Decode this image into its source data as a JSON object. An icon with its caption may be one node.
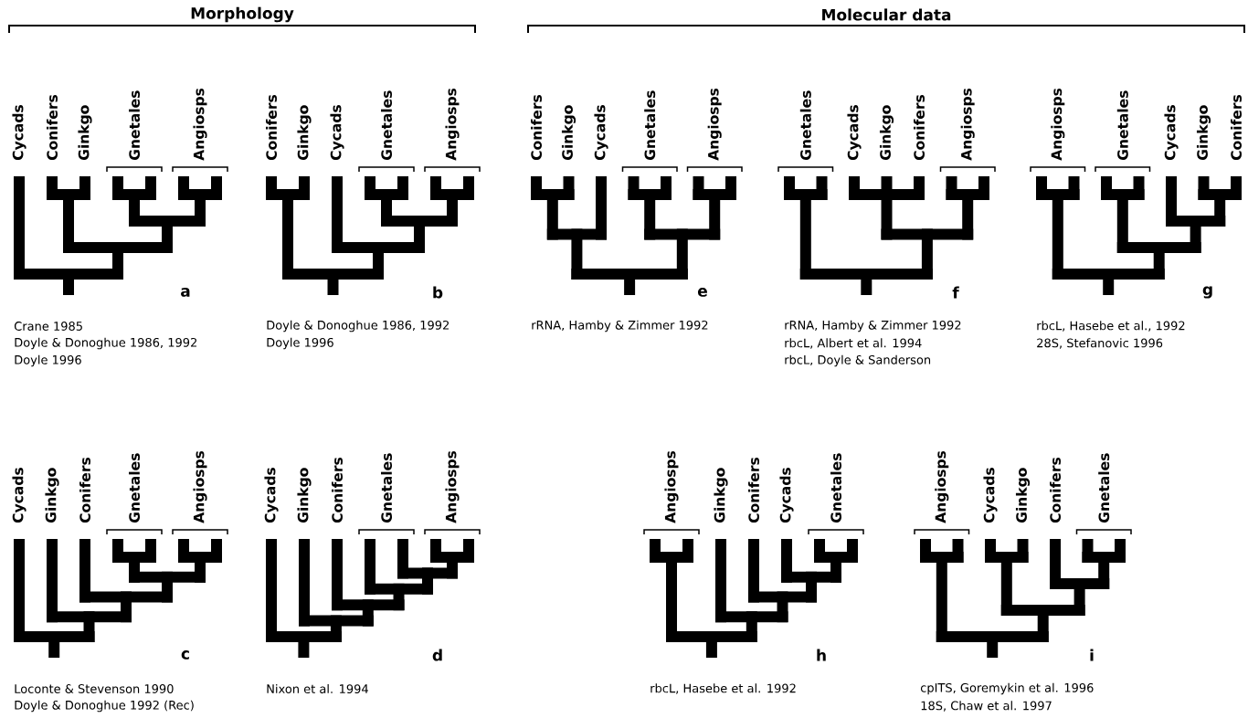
{
  "diagram": {
    "labels": [
      "Morphology",
      "Molecular data",
      "Cycads",
      "Conifers",
      "Ginkgo",
      "Gnetales",
      "Angiosps",
      "a",
      "Crane 1985",
      "Doyle & Donoghue 1986, 1992",
      "Doyle 1996",
      "Conifers",
      "Ginkgo",
      "Cycads",
      "Gnetales",
      "Angiosps",
      "b",
      "Doyle & Donoghue 1986, 1992",
      "Doyle 1996",
      "Conifers",
      "Ginkgo",
      "Cycads",
      "Gnetales",
      "Angiosps",
      "e",
      "rRNA, Hamby & Zimmer 1992",
      "Gnetales",
      "Cycads",
      "Ginkgo",
      "Conifers",
      "Angiosps",
      "f",
      "rRNA, Hamby & Zimmer 1992",
      "rbcL, Albert et al. 1994",
      "rbcL, Doyle & Sanderson",
      "Angiosps",
      "Gnetales",
      "Cycads",
      "Ginkgo",
      "Conifers",
      "g",
      "rbcL, Hasebe et al., 1992",
      "28S, Stefanovic 1996",
      "Cycads",
      "Ginkgo",
      "Conifers",
      "Gnetales",
      "Angiosps",
      "c",
      "Loconte & Stevenson 1990",
      "Doyle & Donoghue 1992 (Rec)",
      "Cycads",
      "Ginkgo",
      "Conifers",
      "Gnetales",
      "Angiosps",
      "d",
      "Nixon et al. 1994",
      "Angiosps",
      "Ginkgo",
      "Conifers",
      "Cycads",
      "Gnetales",
      "h",
      "rbcL, Hasebe et al. 1992",
      "Angiosps",
      "Cycads",
      "Ginkgo",
      "Conifers",
      "Gnetales",
      "i",
      "cpITS, Goremykin et al. 1996",
      "18S, Chaw et al. 1997"
    ]
  }
}
